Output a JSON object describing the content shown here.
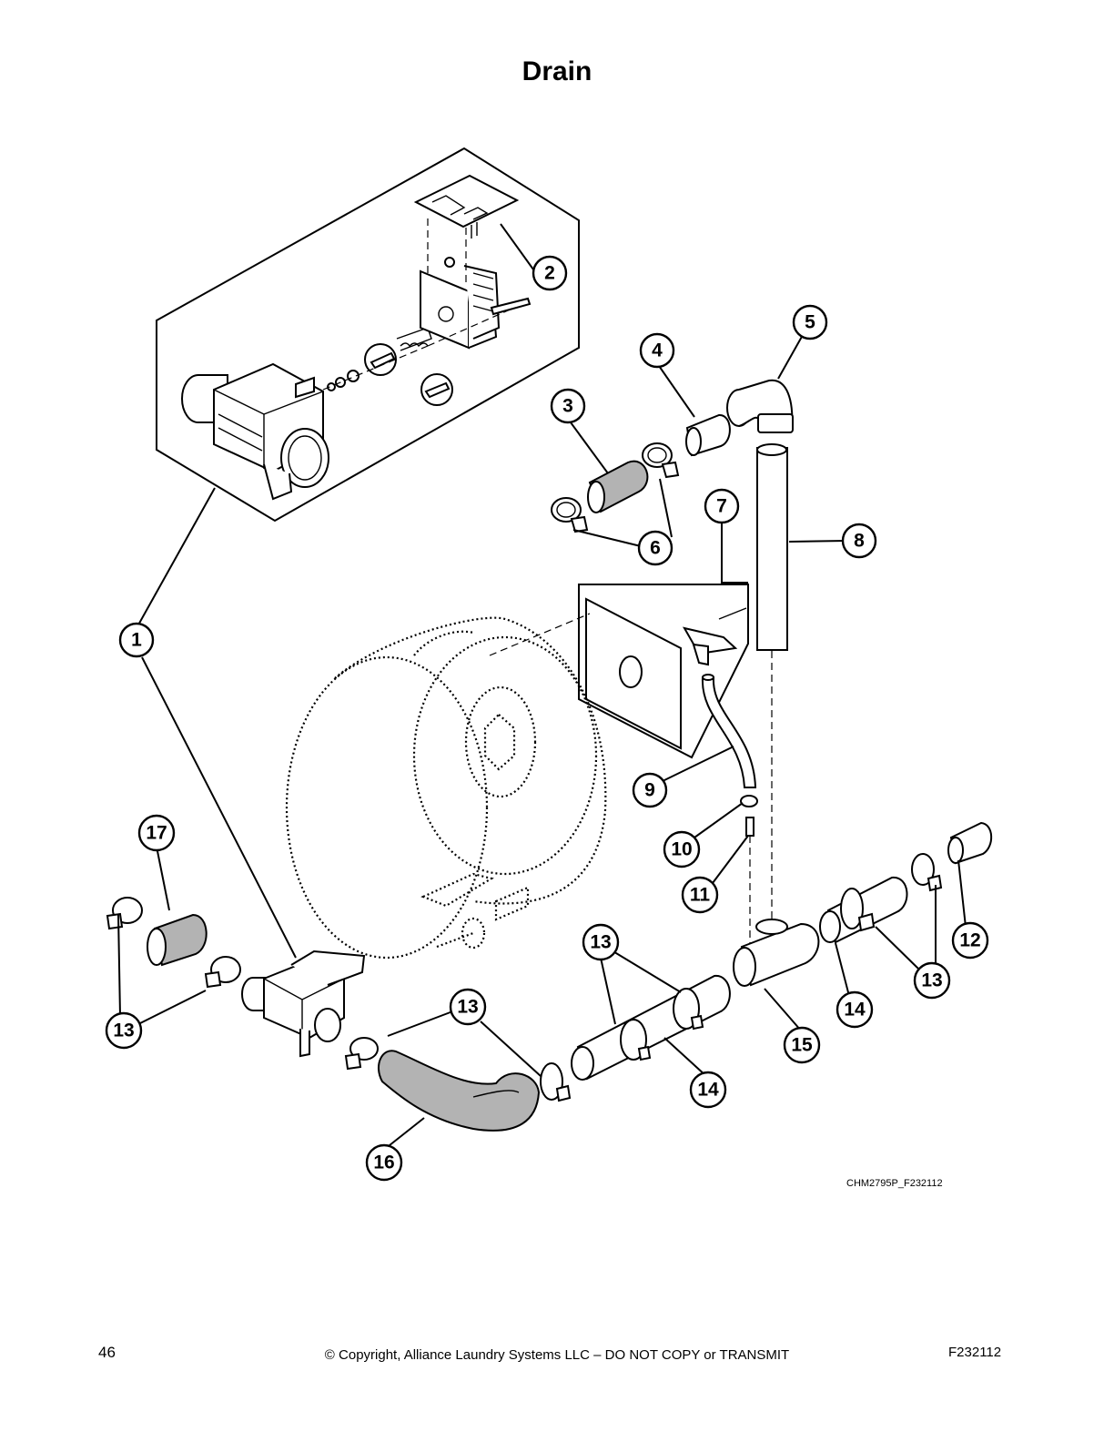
{
  "page": {
    "title": "Drain",
    "drawing_code": "CHM2795P_F232112",
    "page_number": "46",
    "copyright": "© Copyright, Alliance Laundry Systems LLC – DO NOT COPY or TRANSMIT",
    "doc_code": "F232112"
  },
  "callouts": [
    "1",
    "2",
    "3",
    "4",
    "5",
    "6",
    "7",
    "8",
    "9",
    "10",
    "11",
    "12",
    "13",
    "13",
    "13",
    "13",
    "13",
    "14",
    "14",
    "15",
    "16",
    "17"
  ]
}
